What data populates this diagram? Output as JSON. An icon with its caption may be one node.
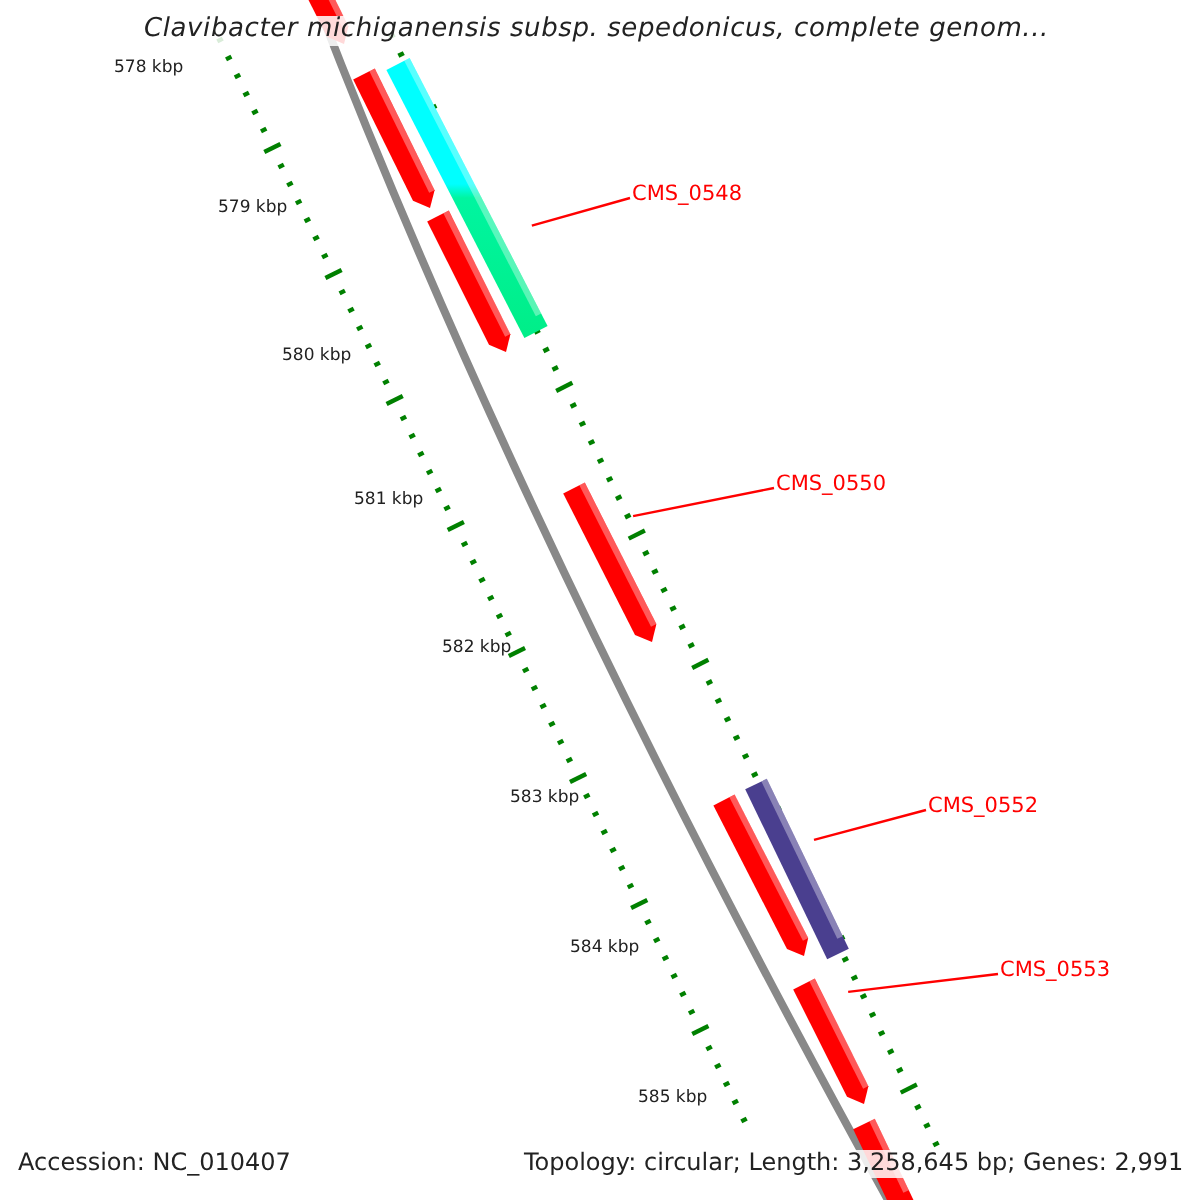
{
  "diagram": {
    "title": "Clavibacter michiganensis subsp. sepedonicus, complete genom...",
    "nodes": [
      {
        "text": [],
        "shape": "bar"
      },
      {
        "text": [
          "CMS_0548"
        ]
      },
      {
        "text": [],
        "shape": "bar"
      },
      {
        "text": [
          "CMS_0550"
        ]
      },
      {
        "text": [],
        "shape": "bar"
      },
      {
        "text": [
          "CMS_0552"
        ]
      },
      {
        "text": [],
        "shape": "bar"
      },
      {
        "text": [
          "CMS_0553"
        ]
      }
    ],
    "edges": [
      {
        "from": 1,
        "to": 0,
        "arrow": "none"
      },
      {
        "from": 3,
        "to": 2,
        "arrow": "none"
      },
      {
        "from": 5,
        "to": 4,
        "arrow": "none"
      },
      {
        "from": 7,
        "to": 6,
        "arrow": "none"
      }
    ],
    "labels": [
      "578 kbp",
      "579 kbp",
      "580 kbp",
      "581 kbp",
      "582 kbp",
      "583 kbp",
      "584 kbp",
      "585 kbp",
      "Accession: NC_010407",
      "Topology: circular; Length: 3,258,645 bp; Genes: 2,991"
    ]
  }
}
